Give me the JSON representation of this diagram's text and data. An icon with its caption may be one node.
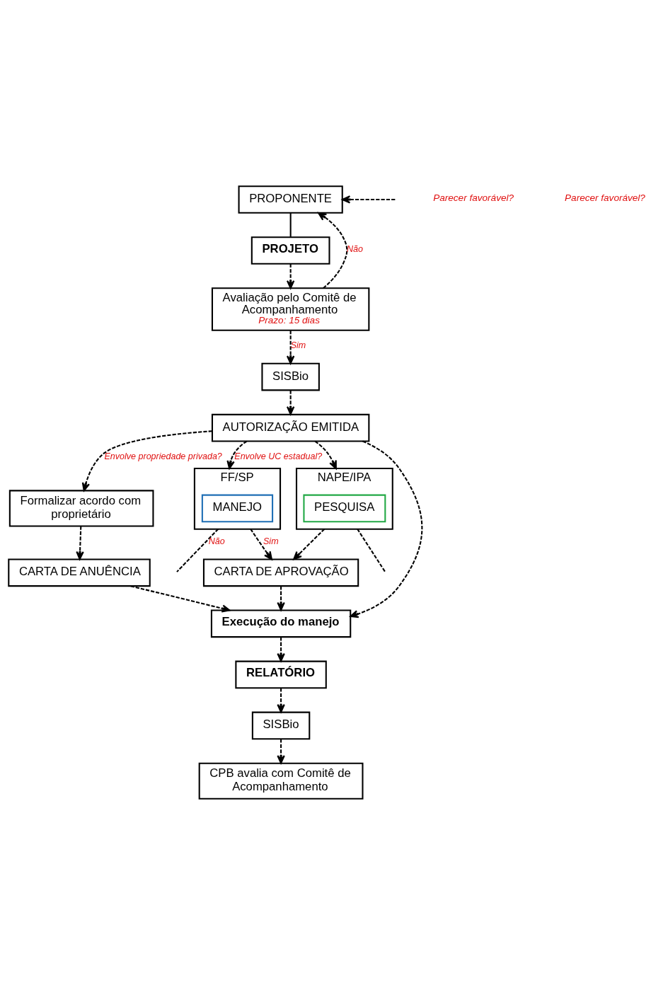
{
  "diagram": {
    "nodes": [
      {
        "text": [
          "PROPONENTE"
        ]
      },
      {
        "text": [
          "PROJETO"
        ]
      },
      {
        "text": [
          "Avaliação pelo Comitê de Acompanhamento",
          "Prazo: 15 dias"
        ]
      },
      {
        "text": [
          "SISBio"
        ]
      },
      {
        "text": [
          "AUTORIZAÇÃO EMITIDA"
        ]
      },
      {
        "text": [
          "Formalizar acordo com proprietário"
        ]
      },
      {
        "text": [
          "FF/SP"
        ]
      },
      {
        "text": [
          "MANEJO"
        ],
        "in": 6
      },
      {
        "text": [
          "NAPE/IPA"
        ]
      },
      {
        "text": [
          "PESQUISA"
        ],
        "in": 8
      },
      {
        "text": [
          "CARTA DE ANUÊNCIA"
        ]
      },
      {
        "text": [
          "CARTA DE APROVAÇÃO"
        ]
      },
      {
        "text": [
          "Execução do manejo"
        ]
      },
      {
        "text": [
          "RELATÓRIO"
        ]
      },
      {
        "text": [
          "SISBio"
        ]
      },
      {
        "text": [
          "CPB avalia com Comitê de Acompanhamento"
        ]
      }
    ],
    "edges": [
      {
        "from": 0,
        "to": 1,
        "arrow": "none"
      },
      {
        "from": 1,
        "to": 2,
        "arrow": "to",
        "style": "dashed"
      },
      {
        "from": 2,
        "to": 3,
        "arrow": "to",
        "style": "dashed",
        "label": "Sim"
      },
      {
        "from": 2,
        "to": 0,
        "arrow": "to",
        "style": "dashed",
        "label": "Não"
      },
      {
        "from": null,
        "to": 0,
        "arrow": "to",
        "style": "dashed"
      },
      {
        "from": 3,
        "to": 4,
        "arrow": "to",
        "style": "dashed"
      },
      {
        "from": 4,
        "to": 5,
        "arrow": "to",
        "style": "dashed",
        "label": "Envolve propriedade privada?"
      },
      {
        "from": 4,
        "to": 12,
        "arrow": "to",
        "style": "dashed"
      },
      {
        "from": 4,
        "to": 6,
        "arrow": "to",
        "style": "dashed",
        "label": "Envolve UC estadual?"
      },
      {
        "from": 4,
        "to": 8,
        "arrow": "to",
        "style": "dashed"
      },
      {
        "from": 5,
        "to": 10,
        "arrow": "to",
        "style": "dashed"
      },
      {
        "from": 6,
        "to": 11,
        "arrow": "to",
        "style": "dashed",
        "label": "Sim"
      },
      {
        "from": 8,
        "to": 11,
        "arrow": "to",
        "style": "dashed"
      },
      {
        "from": 6,
        "to": null,
        "arrow": "none",
        "style": "dashed",
        "label": "Não"
      },
      {
        "from": 8,
        "to": null,
        "arrow": "none",
        "style": "dashed"
      },
      {
        "from": 10,
        "to": 12,
        "arrow": "to",
        "style": "dashed"
      },
      {
        "from": 11,
        "to": 12,
        "arrow": "to",
        "style": "dashed"
      },
      {
        "from": 12,
        "to": 13,
        "arrow": "to",
        "style": "dashed"
      },
      {
        "from": 13,
        "to": 14,
        "arrow": "to",
        "style": "dashed"
      },
      {
        "from": 14,
        "to": 15,
        "arrow": "to",
        "style": "dashed"
      }
    ],
    "labels": [
      "Parecer favorável?",
      "Parecer favorável?"
    ]
  }
}
